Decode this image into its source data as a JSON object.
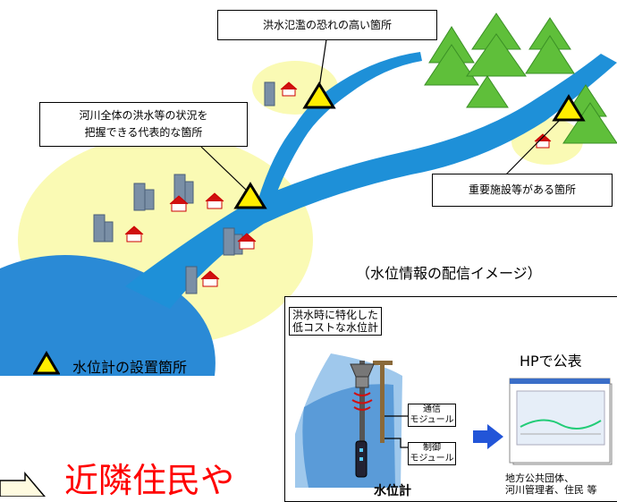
{
  "callouts": {
    "flood_risk": "洪水氾濫の恐れの高い箇所",
    "representative_line1": "河川全体の洪水等の状況を",
    "representative_line2": "把握できる代表的な箇所",
    "important_facility": "重要施設等がある箇所"
  },
  "legend": {
    "label": "水位計の設置箇所"
  },
  "distribution": {
    "caption": "（水位情報の配信イメージ）",
    "note_line1": "洪水時に特化した",
    "note_line2": "低コストな水位計",
    "module_comm_line1": "通信",
    "module_comm_line2": "モジュール",
    "module_ctrl_line1": "制御",
    "module_ctrl_line2": "モジュール",
    "gauge_label": "水位計",
    "publish_label": "HPで公表",
    "recipients_line1": "地方公共団体、",
    "recipients_line2": "河川管理者、住民 等"
  },
  "footer": {
    "headline": "近隣住民や"
  },
  "colors": {
    "river": "#1e90d8",
    "lake": "#2a8ad6",
    "zone": "#fafab4",
    "triangle_fill": "#ffee00",
    "tree": "#5fbf3a",
    "arrow": "#2255d8",
    "headline": "#ff0000"
  }
}
